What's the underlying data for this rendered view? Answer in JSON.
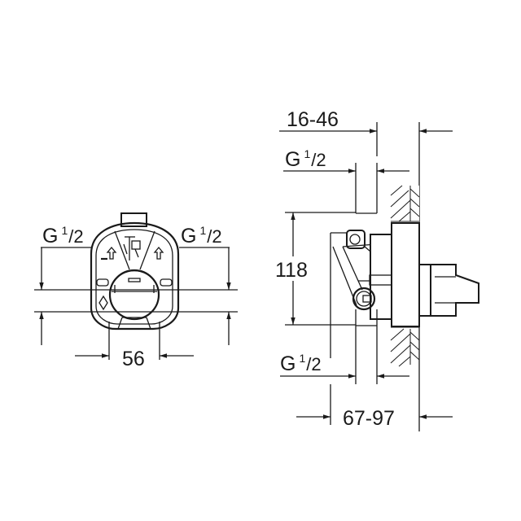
{
  "drawing": {
    "type": "technical dimension drawing",
    "views": [
      "front view",
      "side view"
    ],
    "units": "mm",
    "colors": {
      "line": "#1a1a1a",
      "background": "#ffffff"
    }
  },
  "front_view": {
    "connection_left": {
      "main": "G",
      "sup": "1",
      "sub": "/2"
    },
    "connection_right": {
      "main": "G",
      "sup": "1",
      "sub": "/2"
    },
    "width_dimension": "56"
  },
  "side_view": {
    "top_dimension": "16-46",
    "top_connection": {
      "main": "G",
      "sup": "1",
      "sub": "/2"
    },
    "height_dimension": "118",
    "bottom_connection": {
      "main": "G",
      "sup": "1",
      "sub": "/2"
    },
    "bottom_dimension": "67-97"
  }
}
